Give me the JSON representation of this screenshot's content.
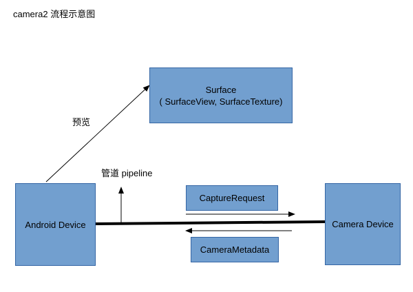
{
  "title": "camera2  流程示意图",
  "nodes": {
    "surface": {
      "line1": "Surface",
      "line2": "( SurfaceView, SurfaceTexture)"
    },
    "android": {
      "label": "Android Device"
    },
    "camera": {
      "label": "Camera Device"
    },
    "capture_request": {
      "label": "CaptureRequest"
    },
    "camera_metadata": {
      "label": "CameraMetadata"
    }
  },
  "edge_labels": {
    "preview": "预览",
    "pipeline": "管道 pipeline"
  },
  "colors": {
    "box_fill": "#729fcf",
    "box_border": "#3465a4",
    "line": "#000000"
  }
}
